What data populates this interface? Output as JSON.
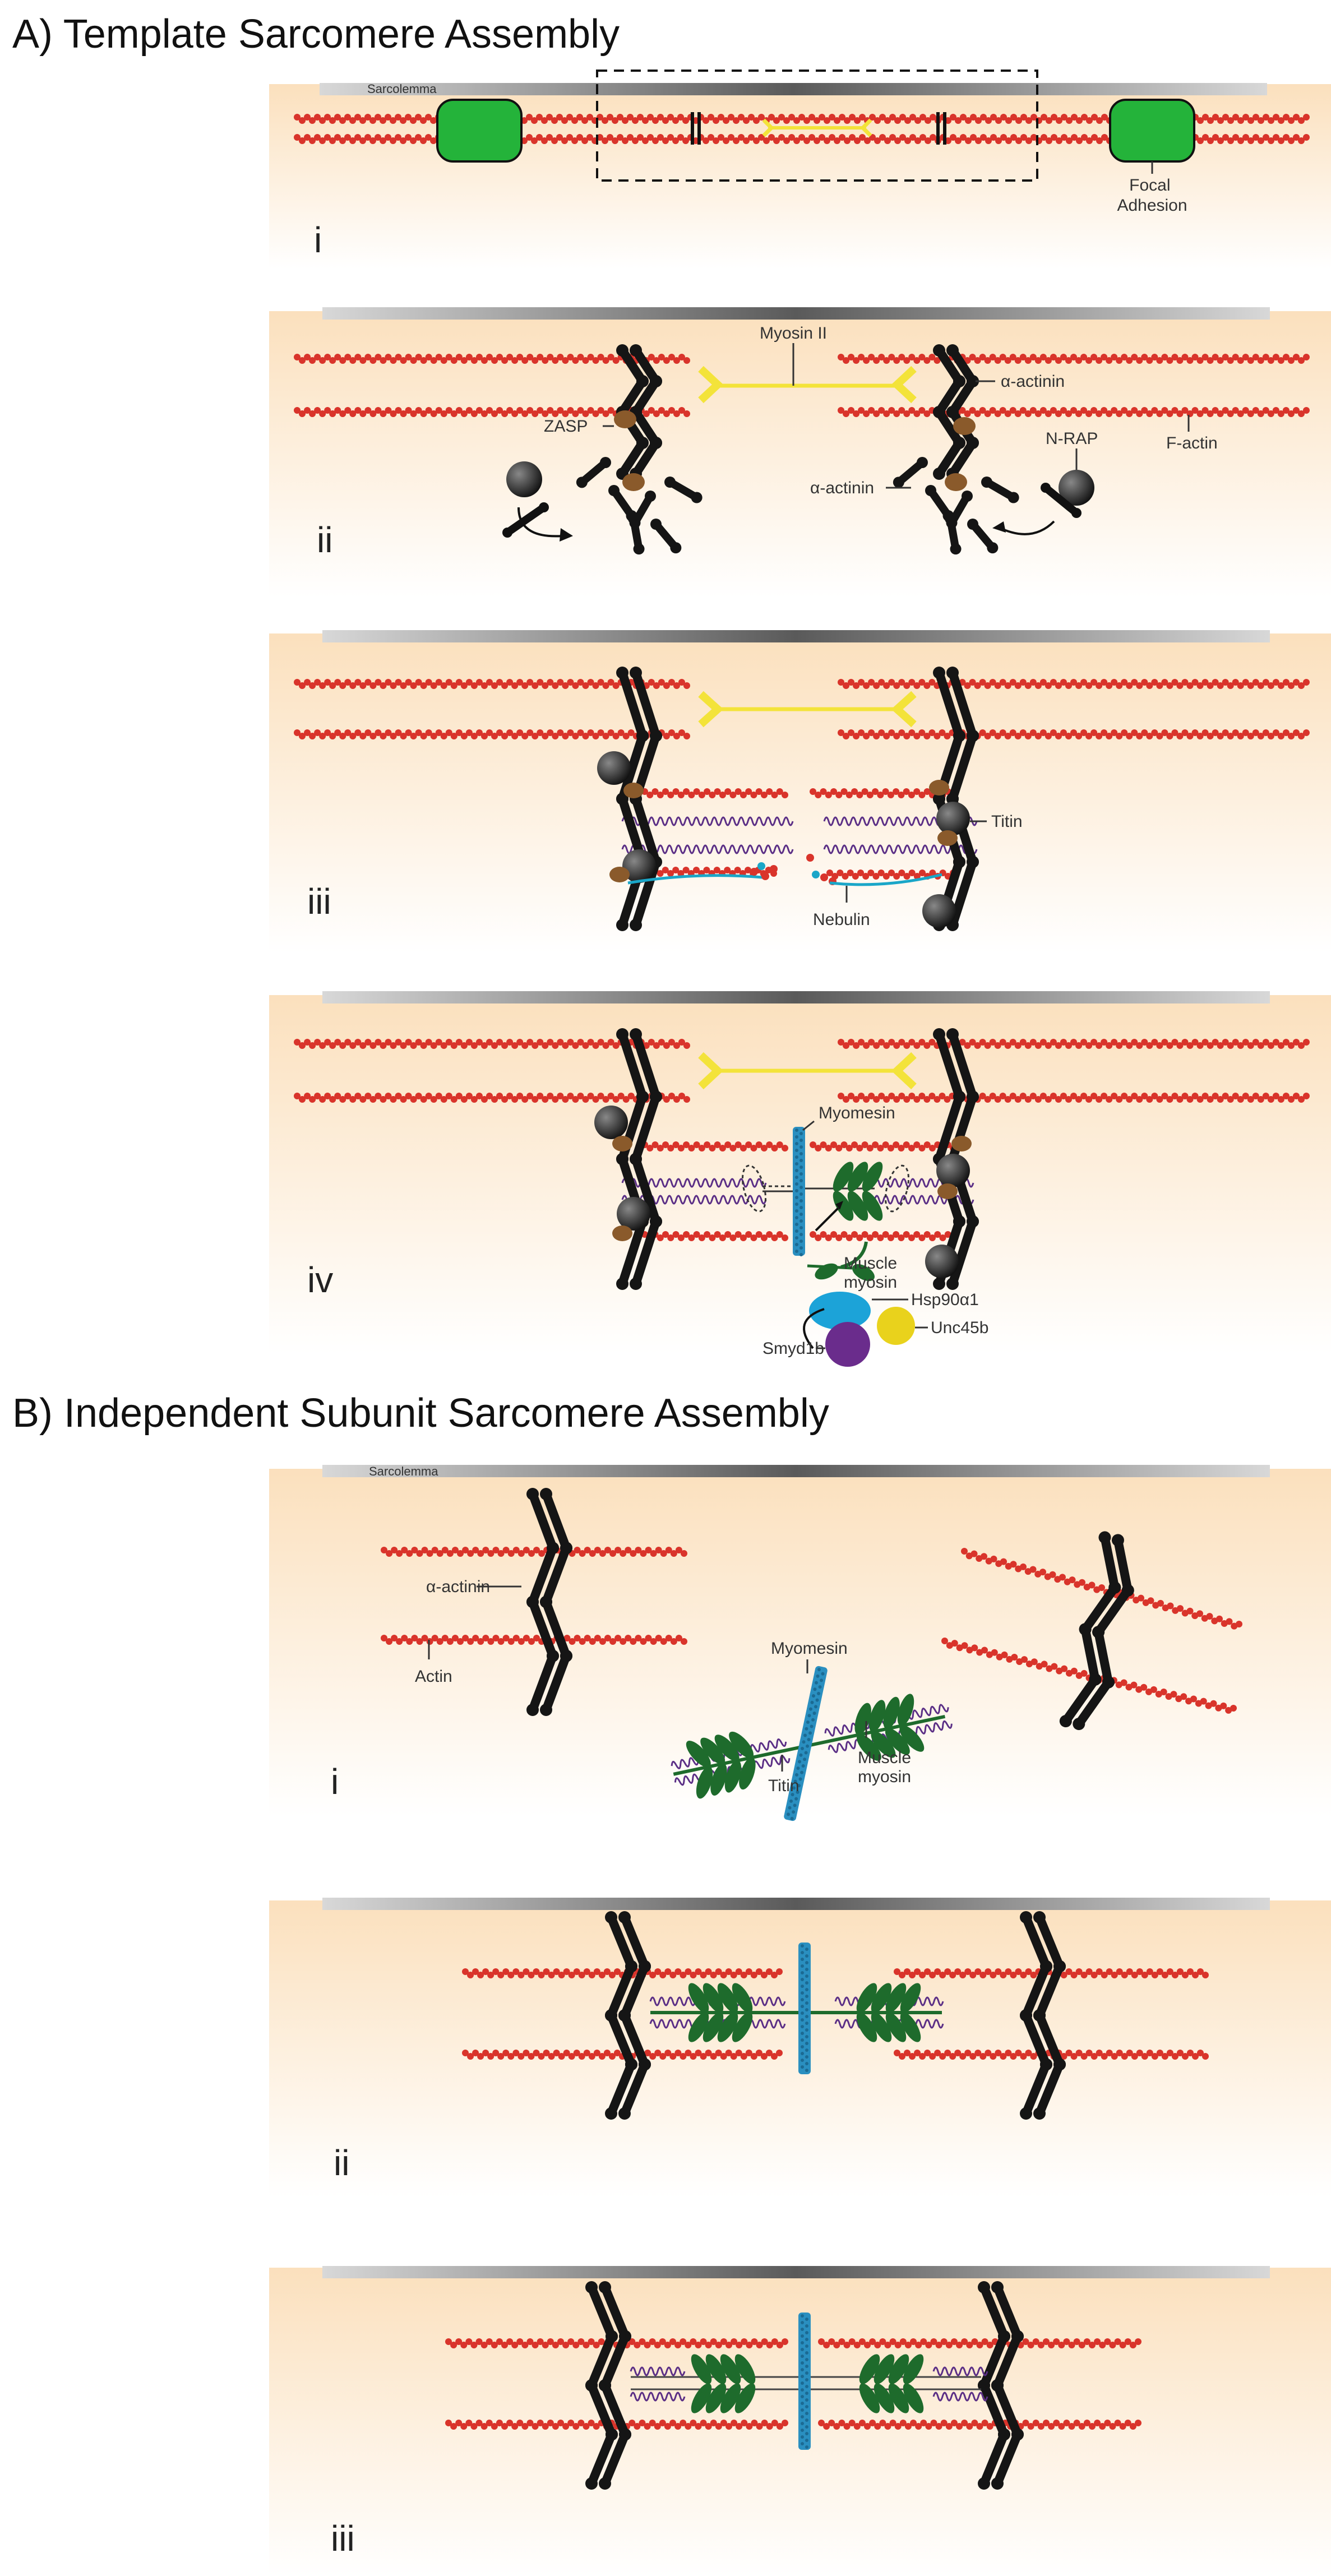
{
  "section_a": {
    "title": "A) Template Sarcomere Assembly",
    "panels": [
      {
        "numeral": "i",
        "labels": {
          "sarcolemma": "Sarcolemma",
          "focal_adhesion": "Focal\nAdhesion"
        }
      },
      {
        "numeral": "ii",
        "labels": {
          "myosin2": "Myosin II",
          "alpha_actinin_right": "α-actinin",
          "zasp": "ZASP",
          "nrap": "N-RAP",
          "factin": "F-actin",
          "alpha_actinin_left": "α-actinin"
        }
      },
      {
        "numeral": "iii",
        "labels": {
          "titin": "Titin",
          "nebulin": "Nebulin"
        }
      },
      {
        "numeral": "iv",
        "labels": {
          "myomesin": "Myomesin",
          "muscle_myosin": "Muscle\nmyosin",
          "hsp90": "Hsp90α1",
          "unc45b": "Unc45b",
          "smyd1b": "Smyd1b"
        }
      }
    ]
  },
  "section_b": {
    "title": "B) Independent Subunit Sarcomere Assembly",
    "panels": [
      {
        "numeral": "i",
        "labels": {
          "sarcolemma": "Sarcolemma",
          "alpha_actinin": "α-actinin",
          "actin": "Actin",
          "myomesin": "Myomesin",
          "titin": "Titin",
          "muscle_myosin": "Muscle\nmyosin"
        }
      },
      {
        "numeral": "ii",
        "labels": {}
      },
      {
        "numeral": "iii",
        "labels": {}
      }
    ]
  },
  "colors": {
    "actin": "#d9342b",
    "z_disc": "#151515",
    "myosin_ii": "#f3e33a",
    "focal_adhesion": "#24b33a",
    "titin": "#5b2f86",
    "nebulin": "#1aa6c8",
    "myomesin": "#2a8fc0",
    "muscle_myosin": "#1e6b2c",
    "zasp": "#8a5a2b",
    "nrap": "#2b2b2b",
    "hsp90": "#1ca3d8",
    "unc45b": "#e9d21c",
    "smyd1b": "#6a2c8c",
    "background_gradient_top": "#fbe2c2",
    "background_gradient_bottom": "#ffffff"
  }
}
